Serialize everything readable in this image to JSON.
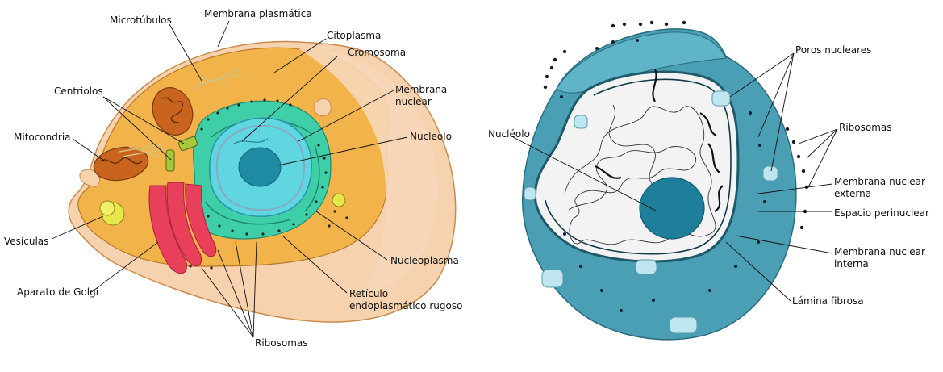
{
  "left_diagram": {
    "labels": {
      "microtubulos": "Microtúbulos",
      "membrana_plasmatica": "Membrana plasmática",
      "citoplasma": "Citoplasma",
      "cromosoma": "Cromosoma",
      "membrana_nuclear_1": "Membrana",
      "membrana_nuclear_2": "nuclear",
      "nucleolo": "Nucleolo",
      "centriolos": "Centriolos",
      "mitocondria": "Mitocondria",
      "vesiculas": "Vesículas",
      "aparato_golgi": "Aparato de Golgi",
      "nucleoplasma": "Nucleoplasma",
      "reticulo_1": "Retículo",
      "reticulo_2": "endoplasmático rugoso",
      "ribosomas": "Ribosomas"
    }
  },
  "right_diagram": {
    "labels": {
      "poros_nucleares": "Poros nucleares",
      "nucleolo": "Nucléolo",
      "ribosomas": "Ribosomas",
      "membrana_externa_1": "Membrana nuclear",
      "membrana_externa_2": "externa",
      "espacio_perinuclear": "Espacio perinuclear",
      "membrana_interna_1": "Membrana nuclear",
      "membrana_interna_2": "interna",
      "lamina_fibrosa": "Lámina fibrosa"
    }
  },
  "colors": {
    "cytoplasm": "#f2b34a",
    "cell_shadow": "#f6d9b8",
    "nucleus_cyan": "#5fd6e0",
    "er_green": "#3fcfa8",
    "mitochondria": "#c8641e",
    "golgi": "#e8405a",
    "vesicle": "#e6e84a",
    "nucleus_teal": "#4a9fb4",
    "nucleolus_dark": "#1f7e9a"
  }
}
